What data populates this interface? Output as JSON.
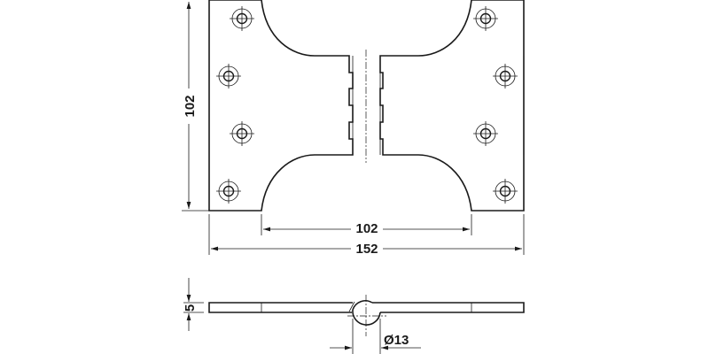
{
  "drawing": {
    "dimensions": {
      "plate_height": "102",
      "cutout_width": "102",
      "overall_width": "152",
      "thickness": "5",
      "knuckle_diameter": "Ø13"
    },
    "line_color": "#1a1a1a"
  }
}
